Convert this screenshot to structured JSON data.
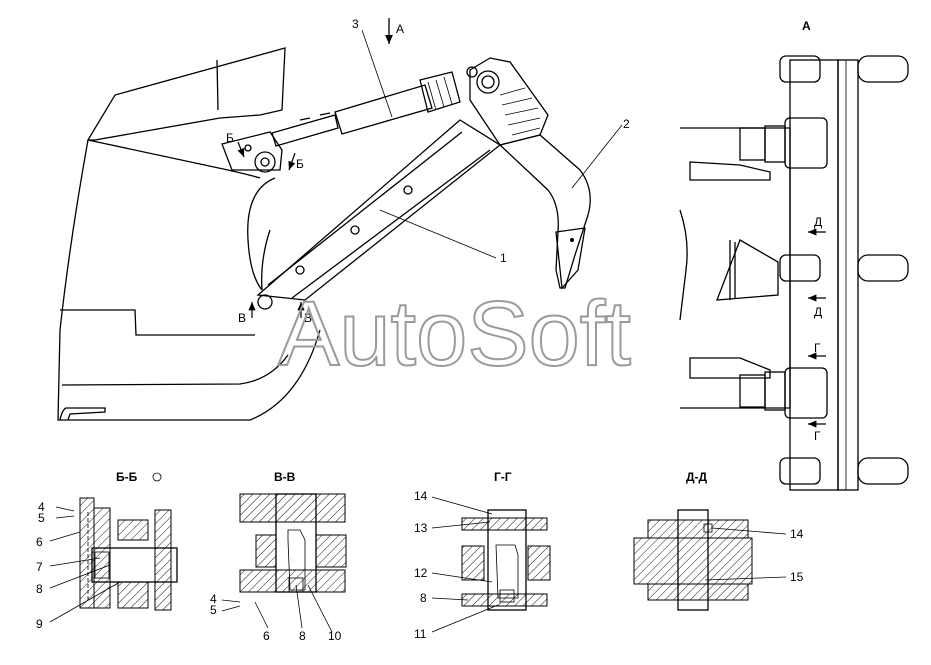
{
  "watermark": "AutoSoft",
  "view_arrows": {
    "main_A": "A",
    "B_left": "Б",
    "B_right": "Б",
    "V_left": "В",
    "V_right": "В",
    "D_top": "Д",
    "D_bottom": "Д",
    "G_top": "Г",
    "G_bottom": "Г"
  },
  "main_view": {
    "labels": [
      "1",
      "2",
      "3"
    ]
  },
  "view_A": {
    "title": "А"
  },
  "sections": {
    "bb": {
      "title": "Б-Б",
      "labels": [
        "4",
        "5",
        "6",
        "7",
        "8",
        "9"
      ]
    },
    "vv": {
      "title": "В-В",
      "labels": [
        "4",
        "5",
        "6",
        "8",
        "10"
      ]
    },
    "gg": {
      "title": "Г-Г",
      "labels": [
        "14",
        "13",
        "12",
        "8",
        "11"
      ]
    },
    "dd": {
      "title": "Д-Д",
      "labels": [
        "14",
        "15"
      ]
    }
  }
}
